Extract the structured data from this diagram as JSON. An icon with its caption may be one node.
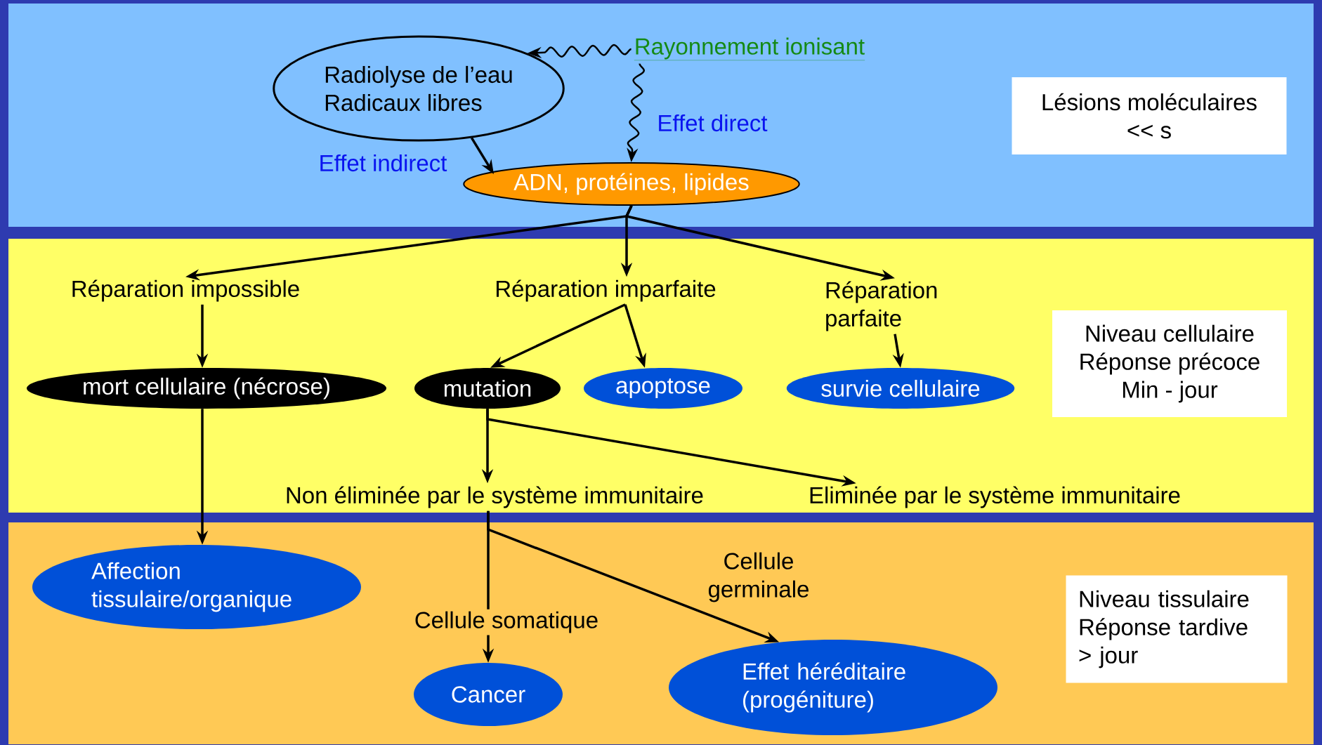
{
  "diagram": {
    "nodes": [
      {
        "text": [],
        "shape": "band"
      },
      {
        "text": [
          "Radiolyse de l’eau",
          "Radicaux libres"
        ],
        "in": 0
      },
      {
        "text": [
          "Rayonnement ionisant"
        ],
        "in": 0
      },
      {
        "text": [
          "ADN, protéines, lipides"
        ],
        "in": 0
      },
      {
        "text": [
          "Lésions moléculaires",
          "<< s"
        ],
        "in": 0
      },
      {
        "text": [],
        "shape": "band"
      },
      {
        "text": [
          "Réparation impossible"
        ],
        "in": 5
      },
      {
        "text": [
          "Réparation imparfaite"
        ],
        "in": 5
      },
      {
        "text": [
          "Réparation parfaite"
        ],
        "in": 5
      },
      {
        "text": [
          "mort cellulaire (nécrose)"
        ],
        "in": 5
      },
      {
        "text": [
          "mutation"
        ],
        "in": 5
      },
      {
        "text": [
          "apoptose"
        ],
        "in": 5
      },
      {
        "text": [
          "survie cellulaire"
        ],
        "in": 5
      },
      {
        "text": [
          "Niveau cellulaire",
          "Réponse précoce",
          "Min - jour"
        ],
        "in": 5
      },
      {
        "text": [
          "Non éliminée par le système immunitaire"
        ],
        "in": 5
      },
      {
        "text": [
          "Eliminée par le système immunitaire"
        ],
        "in": 5
      },
      {
        "text": [],
        "shape": "band"
      },
      {
        "text": [
          "Affection tissulaire/organique"
        ],
        "in": 16
      },
      {
        "text": [
          "Cancer"
        ],
        "in": 16
      },
      {
        "text": [
          "Effet héréditaire (progéniture)"
        ],
        "in": 16
      },
      {
        "text": [
          "Niveau tissulaire",
          "Réponse tardive",
          "> jour"
        ],
        "in": 16
      }
    ],
    "edges": [
      {
        "from": 2,
        "to": 1,
        "arrow": "to"
      },
      {
        "from": 2,
        "to": 3,
        "arrow": "to",
        "label": "Effet direct"
      },
      {
        "from": 1,
        "to": 3,
        "arrow": "to",
        "label": "Effet indirect"
      },
      {
        "from": 3,
        "to": 6,
        "arrow": "to"
      },
      {
        "from": 3,
        "to": 7,
        "arrow": "to"
      },
      {
        "from": 3,
        "to": 8,
        "arrow": "to"
      },
      {
        "from": 6,
        "to": 9,
        "arrow": "to"
      },
      {
        "from": 7,
        "to": 10,
        "arrow": "to"
      },
      {
        "from": 7,
        "to": 11,
        "arrow": "to"
      },
      {
        "from": 8,
        "to": 12,
        "arrow": "to"
      },
      {
        "from": 10,
        "to": 14,
        "arrow": "to"
      },
      {
        "from": 10,
        "to": 15,
        "arrow": "to"
      },
      {
        "from": 9,
        "to": 17,
        "arrow": "to"
      },
      {
        "from": 14,
        "to": 18,
        "arrow": "to",
        "label": "Cellule somatique"
      },
      {
        "from": 14,
        "to": 19,
        "arrow": "to",
        "label": "Cellule germinale"
      }
    ]
  }
}
